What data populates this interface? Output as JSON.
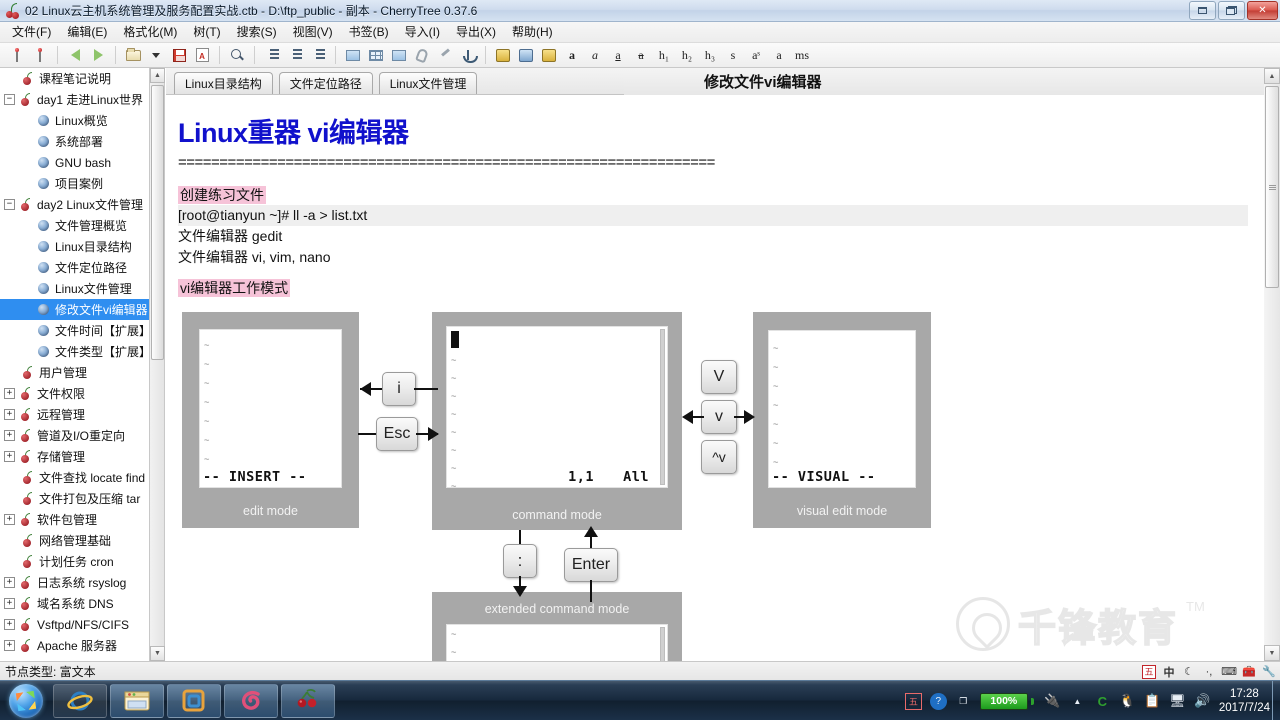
{
  "window": {
    "title": "02 Linux云主机系统管理及服务配置实战.ctb - D:\\ftp_public - 副本 - CherryTree 0.37.6",
    "app_icon": "cherry-icon",
    "minimize": "—",
    "restore": "❐",
    "close": "✕"
  },
  "menu": [
    {
      "label": "文件(F)"
    },
    {
      "label": "编辑(E)"
    },
    {
      "label": "格式化(M)"
    },
    {
      "label": "树(T)"
    },
    {
      "label": "搜索(S)"
    },
    {
      "label": "视图(V)"
    },
    {
      "label": "书签(B)"
    },
    {
      "label": "导入(I)"
    },
    {
      "label": "导出(X)"
    },
    {
      "label": "帮助(H)"
    }
  ],
  "toolbar": {
    "text_buttons": [
      "a",
      "a",
      "a",
      "a",
      "h₁",
      "h₂",
      "h₃",
      "s",
      "aˢ",
      "a",
      "ms"
    ],
    "icons": [
      "previous-node-icon",
      "next-node-icon",
      "open-file-icon",
      "dropdown-caret-icon",
      "save-icon",
      "export-pdf-icon",
      "search-icon",
      "bulleted-list-icon",
      "numbered-list-icon",
      "todo-list-icon",
      "insert-image-icon",
      "insert-table-icon",
      "insert-codebox-icon",
      "attach-file-icon",
      "insert-link-icon",
      "insert-anchor-icon",
      "foreground-color-icon",
      "background-color-icon",
      "highlight-color-icon"
    ]
  },
  "tree": {
    "items": [
      {
        "label": "课程笔记说明",
        "icon": "cherry-icon",
        "expander": "",
        "indent": 1,
        "selected": false
      },
      {
        "label": "day1 走进Linux世界",
        "icon": "cherry-icon",
        "expander": "−",
        "indent": 0,
        "selected": false
      },
      {
        "label": "Linux概览",
        "icon": "ball-icon",
        "expander": "",
        "indent": 2,
        "selected": false
      },
      {
        "label": "系统部署",
        "icon": "ball-icon",
        "expander": "",
        "indent": 2,
        "selected": false
      },
      {
        "label": "GNU bash",
        "icon": "ball-icon",
        "expander": "",
        "indent": 2,
        "selected": false
      },
      {
        "label": "项目案例",
        "icon": "ball-icon",
        "expander": "",
        "indent": 2,
        "selected": false
      },
      {
        "label": "day2 Linux文件管理",
        "icon": "cherry-icon",
        "expander": "−",
        "indent": 0,
        "selected": false
      },
      {
        "label": "文件管理概览",
        "icon": "ball-icon",
        "expander": "",
        "indent": 2,
        "selected": false
      },
      {
        "label": "Linux目录结构",
        "icon": "ball-icon",
        "expander": "",
        "indent": 2,
        "selected": false
      },
      {
        "label": "文件定位路径",
        "icon": "ball-icon",
        "expander": "",
        "indent": 2,
        "selected": false
      },
      {
        "label": "Linux文件管理",
        "icon": "ball-icon",
        "expander": "",
        "indent": 2,
        "selected": false
      },
      {
        "label": "修改文件vi编辑器",
        "icon": "ball-icon",
        "expander": "",
        "indent": 2,
        "selected": true
      },
      {
        "label": "文件时间【扩展】",
        "icon": "ball-icon",
        "expander": "",
        "indent": 2,
        "selected": false
      },
      {
        "label": "文件类型【扩展】",
        "icon": "ball-icon",
        "expander": "",
        "indent": 2,
        "selected": false
      },
      {
        "label": "用户管理",
        "icon": "cherry-icon",
        "expander": "",
        "indent": 1,
        "selected": false
      },
      {
        "label": "文件权限",
        "icon": "cherry-icon",
        "expander": "+",
        "indent": 0,
        "selected": false
      },
      {
        "label": "远程管理",
        "icon": "cherry-icon",
        "expander": "+",
        "indent": 0,
        "selected": false
      },
      {
        "label": "管道及I/O重定向",
        "icon": "cherry-icon",
        "expander": "+",
        "indent": 0,
        "selected": false
      },
      {
        "label": "存储管理",
        "icon": "cherry-icon",
        "expander": "+",
        "indent": 0,
        "selected": false
      },
      {
        "label": "文件查找 locate find",
        "icon": "cherry-icon",
        "expander": "",
        "indent": 1,
        "selected": false
      },
      {
        "label": "文件打包及压缩 tar",
        "icon": "cherry-icon",
        "expander": "",
        "indent": 1,
        "selected": false
      },
      {
        "label": "软件包管理",
        "icon": "cherry-icon",
        "expander": "+",
        "indent": 0,
        "selected": false
      },
      {
        "label": "网络管理基础",
        "icon": "cherry-icon",
        "expander": "",
        "indent": 1,
        "selected": false
      },
      {
        "label": "计划任务 cron",
        "icon": "cherry-icon",
        "expander": "",
        "indent": 1,
        "selected": false
      },
      {
        "label": "日志系统 rsyslog",
        "icon": "cherry-icon",
        "expander": "+",
        "indent": 0,
        "selected": false
      },
      {
        "label": "域名系统 DNS",
        "icon": "cherry-icon",
        "expander": "+",
        "indent": 0,
        "selected": false
      },
      {
        "label": "Vsftpd/NFS/CIFS",
        "icon": "cherry-icon",
        "expander": "+",
        "indent": 0,
        "selected": false
      },
      {
        "label": "Apache 服务器",
        "icon": "cherry-icon",
        "expander": "+",
        "indent": 0,
        "selected": false
      }
    ]
  },
  "tabs": [
    {
      "label": "Linux目录结构"
    },
    {
      "label": "文件定位路径"
    },
    {
      "label": "Linux文件管理"
    }
  ],
  "node_header": {
    "title": "修改文件vi编辑器"
  },
  "document": {
    "heading": "Linux重器 vi编辑器",
    "rule": "=================================================================",
    "section1_label": "创建练习文件",
    "command_line": "[root@tianyun ~]# ll -a > list.txt",
    "line_gedit": "文件编辑器 gedit",
    "line_vi": "文件编辑器 vi, vim, nano",
    "section2_label": "vi编辑器工作模式"
  },
  "diagram": {
    "edit_mode": {
      "caption": "edit mode",
      "status": "-- INSERT --"
    },
    "command_mode": {
      "caption": "command mode",
      "pos": "1,1",
      "scroll": "All"
    },
    "visual_mode": {
      "caption": "visual edit mode",
      "status": "-- VISUAL --"
    },
    "extended_mode": {
      "caption": "extended command mode"
    },
    "keys": {
      "insert": "i",
      "escape": "Esc",
      "visual_upper": "V",
      "visual_lower": "v",
      "visual_block": "^v",
      "colon": ":",
      "enter": "Enter"
    }
  },
  "watermark": {
    "text": "千锋教育",
    "tm": "TM"
  },
  "statusbar": {
    "text": "节点类型: 富文本"
  },
  "status_tray": {
    "ime_mode": "五",
    "language": "中",
    "glyphs": [
      "moon-icon",
      "punctuation-icon",
      "keyboard-icon",
      "toolbox-icon",
      "wrench-icon"
    ]
  },
  "taskbar": {
    "start": "start-orb",
    "items": [
      {
        "name": "internet-explorer-icon",
        "active": false
      },
      {
        "name": "file-explorer-icon",
        "active": true
      },
      {
        "name": "vmware-icon",
        "active": true
      },
      {
        "name": "screen-capture-icon",
        "active": true
      },
      {
        "name": "cherrytree-icon",
        "active": true
      }
    ],
    "tray": {
      "battery_percent": "100%",
      "time": "17:28",
      "date": "2017/7/24",
      "icons": [
        "action-center-icon",
        "help-icon",
        "show-hidden-icon",
        "c-icon",
        "penguin-icon",
        "clipboard-icon",
        "network-icon",
        "volume-icon"
      ]
    }
  },
  "scrollbars": {
    "up_arrow": "▲",
    "down_arrow": "▼"
  }
}
